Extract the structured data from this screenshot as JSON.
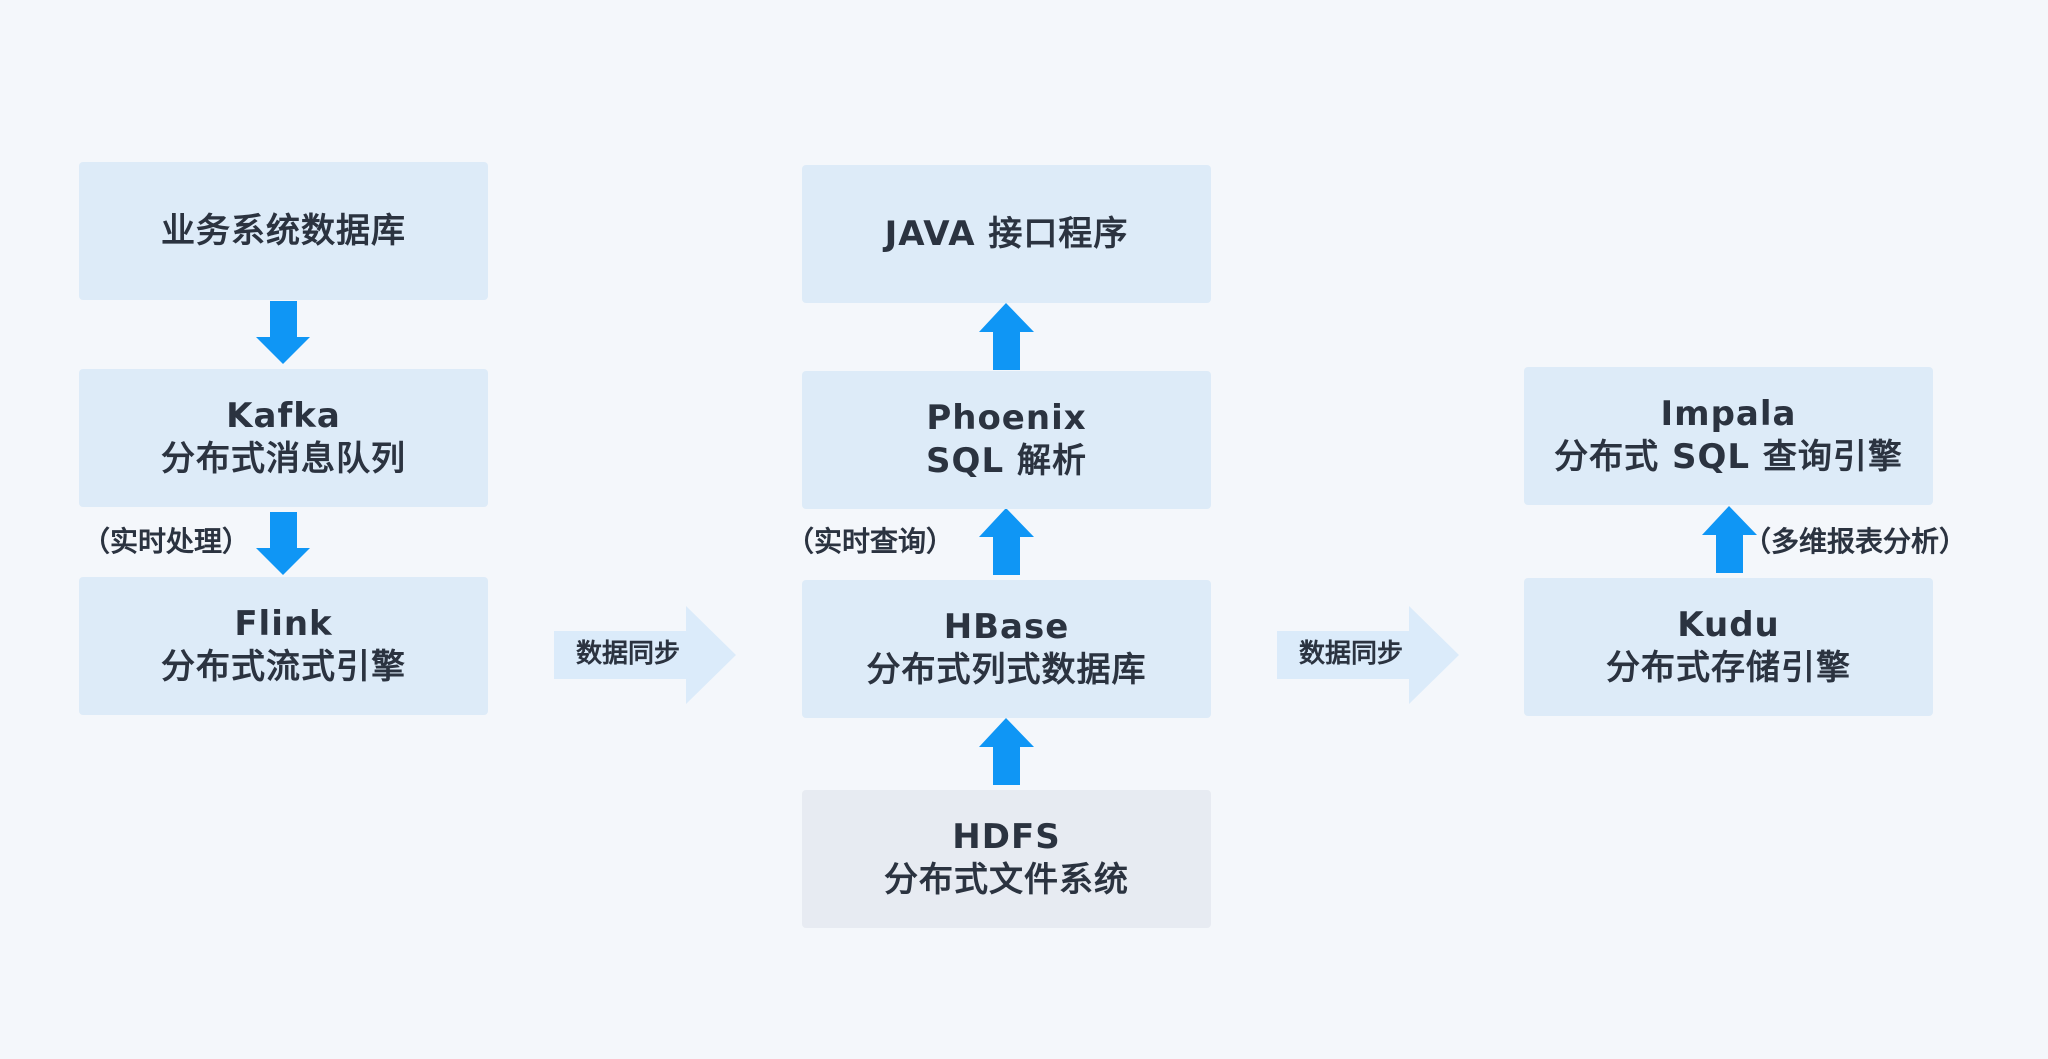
{
  "nodes": {
    "business_db": {
      "lines": [
        "业务系统数据库"
      ]
    },
    "kafka": {
      "lines": [
        "Kafka",
        "分布式消息队列"
      ]
    },
    "flink": {
      "lines": [
        "Flink",
        "分布式流式引擎"
      ]
    },
    "java": {
      "lines": [
        "JAVA 接口程序"
      ]
    },
    "phoenix": {
      "lines": [
        "Phoenix",
        "SQL 解析"
      ]
    },
    "hbase": {
      "lines": [
        "HBase",
        "分布式列式数据库"
      ]
    },
    "hdfs": {
      "lines": [
        "HDFS",
        "分布式文件系统"
      ]
    },
    "impala": {
      "lines": [
        "Impala",
        "分布式 SQL 查询引擎"
      ]
    },
    "kudu": {
      "lines": [
        "Kudu",
        "分布式存储引擎"
      ]
    }
  },
  "edge_labels": {
    "realtime_processing": "（实时处理）",
    "realtime_query": "（实时查询）",
    "multidim_report": "（多维报表分析）",
    "sync_1": "数据同步",
    "sync_2": "数据同步"
  },
  "colors": {
    "background": "#f4f7fb",
    "node_fill": "#ddebf8",
    "node_fill_storage": "#e7ebf2",
    "arrow": "#0f96f5",
    "sync_arrow": "#dbebfa",
    "text": "#2b3340"
  }
}
